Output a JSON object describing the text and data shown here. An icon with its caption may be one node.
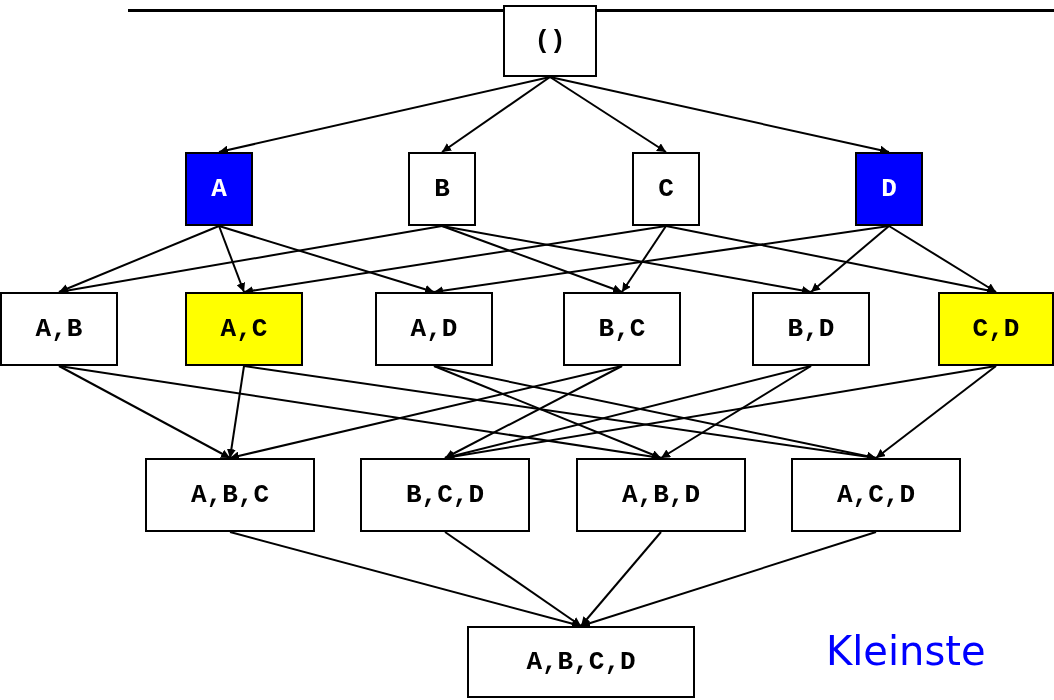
{
  "diagram": {
    "nodes": [
      {
        "text": [
          "()"
        ]
      },
      {
        "text": [
          "A"
        ]
      },
      {
        "text": [
          "B"
        ]
      },
      {
        "text": [
          "C"
        ]
      },
      {
        "text": [
          "D"
        ]
      },
      {
        "text": [
          "A,B"
        ]
      },
      {
        "text": [
          "A,C"
        ]
      },
      {
        "text": [
          "A,D"
        ]
      },
      {
        "text": [
          "B,C"
        ]
      },
      {
        "text": [
          "B,D"
        ]
      },
      {
        "text": [
          "C,D"
        ]
      },
      {
        "text": [
          "A,B,C"
        ]
      },
      {
        "text": [
          "B,C,D"
        ]
      },
      {
        "text": [
          "A,B,D"
        ]
      },
      {
        "text": [
          "A,C,D"
        ]
      },
      {
        "text": [
          "A,B,C,D"
        ]
      }
    ],
    "edges": [
      {
        "from": 0,
        "to": 1,
        "arrow": "to"
      },
      {
        "from": 0,
        "to": 2,
        "arrow": "to"
      },
      {
        "from": 0,
        "to": 3,
        "arrow": "to"
      },
      {
        "from": 0,
        "to": 4,
        "arrow": "to"
      },
      {
        "from": 1,
        "to": 5,
        "arrow": "to"
      },
      {
        "from": 1,
        "to": 6,
        "arrow": "to"
      },
      {
        "from": 1,
        "to": 7,
        "arrow": "to"
      },
      {
        "from": 2,
        "to": 5,
        "arrow": "to"
      },
      {
        "from": 2,
        "to": 8,
        "arrow": "to"
      },
      {
        "from": 2,
        "to": 9,
        "arrow": "to"
      },
      {
        "from": 3,
        "to": 6,
        "arrow": "to"
      },
      {
        "from": 3,
        "to": 8,
        "arrow": "to"
      },
      {
        "from": 3,
        "to": 10,
        "arrow": "to"
      },
      {
        "from": 4,
        "to": 7,
        "arrow": "to"
      },
      {
        "from": 4,
        "to": 9,
        "arrow": "to"
      },
      {
        "from": 4,
        "to": 10,
        "arrow": "to"
      },
      {
        "from": 5,
        "to": 11,
        "arrow": "to"
      },
      {
        "from": 5,
        "to": 13,
        "arrow": "to"
      },
      {
        "from": 6,
        "to": 11,
        "arrow": "to"
      },
      {
        "from": 6,
        "to": 14,
        "arrow": "to"
      },
      {
        "from": 7,
        "to": 13,
        "arrow": "to"
      },
      {
        "from": 7,
        "to": 14,
        "arrow": "to"
      },
      {
        "from": 8,
        "to": 11,
        "arrow": "to"
      },
      {
        "from": 8,
        "to": 12,
        "arrow": "to"
      },
      {
        "from": 9,
        "to": 12,
        "arrow": "to"
      },
      {
        "from": 9,
        "to": 13,
        "arrow": "to"
      },
      {
        "from": 10,
        "to": 12,
        "arrow": "to"
      },
      {
        "from": 10,
        "to": 14,
        "arrow": "to"
      },
      {
        "from": 11,
        "to": 15,
        "arrow": "to"
      },
      {
        "from": 12,
        "to": 15,
        "arrow": "to"
      },
      {
        "from": 13,
        "to": 15,
        "arrow": "to"
      },
      {
        "from": 14,
        "to": 15,
        "arrow": "to"
      }
    ],
    "labels": [
      "Kleinste"
    ]
  }
}
